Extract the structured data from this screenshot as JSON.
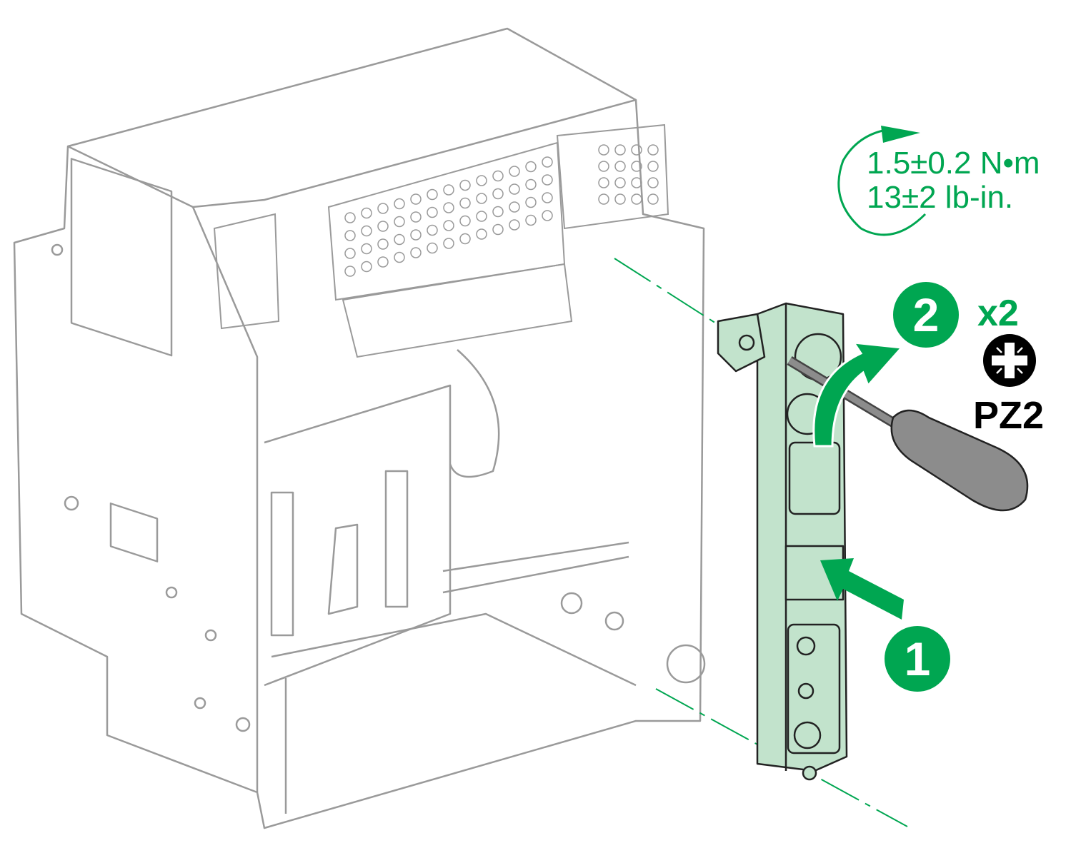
{
  "torque": {
    "metric": "1.5±0.2 N•m",
    "imperial": "13±2  lb-in."
  },
  "steps": [
    {
      "number": "1"
    },
    {
      "number": "2",
      "quantity": "x2"
    }
  ],
  "tool": {
    "bit": "PZ2",
    "icon": "pozidriv-icon"
  },
  "colors": {
    "accent": "#00a651",
    "bracket": "#c2e3cc",
    "outline": "#9a9a9a",
    "tool": "#8c8c8c"
  }
}
